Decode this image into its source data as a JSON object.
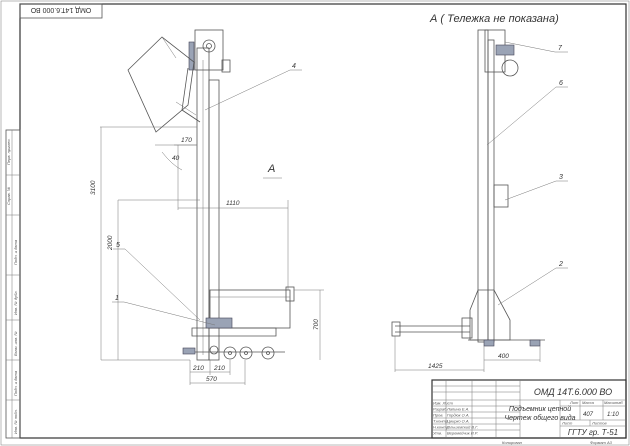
{
  "drawing": {
    "stamp_rotated": "ОМД 14Т.6.000 ВО",
    "section_label": "А",
    "section_caption": "А ( Тележка не показана)",
    "view_marker": "А"
  },
  "dimensions": {
    "height_total": "3100",
    "height_mid": "2000",
    "height_low": "700",
    "reach_top": "170",
    "angle": "40",
    "reach_arm": "1110",
    "wheel_a": "210",
    "wheel_b": "210",
    "base_width": "570",
    "side_width": "400",
    "side_total": "1425"
  },
  "callouts": [
    "1",
    "2",
    "3",
    "4",
    "5",
    "6",
    "7"
  ],
  "title_block": {
    "designation": "ОМД 14Т.6.000 ВО",
    "name_line1": "Подъемник цепной",
    "name_line2": "Чертеж общего вида",
    "mass": "407",
    "scale": "1:10",
    "org": "ГГТУ гр. Т-51",
    "col_lit": "Лит",
    "col_mass": "Масса",
    "col_scale": "Масштаб",
    "sheet": "Лист",
    "sheets": "Листов",
    "copied": "Копировал",
    "format": "Формат А3",
    "roles": [
      "Изм. Лист",
      "Разраб.",
      "Пров.",
      "Т.контр.",
      "Н.контр.",
      "Утв."
    ],
    "names": [
      "Лапина Е.А.",
      "Гордюк О.А.",
      "Цвирко О.А.",
      "Ольшевский В.Г.",
      "Веремейчик И.Р."
    ]
  },
  "side_strip": [
    "Перв. примен.",
    "Справ. №",
    "Подп. и дата",
    "Инв. № дубл.",
    "Взам. инв. №",
    "Подп. и дата",
    "Инв. № подл."
  ]
}
